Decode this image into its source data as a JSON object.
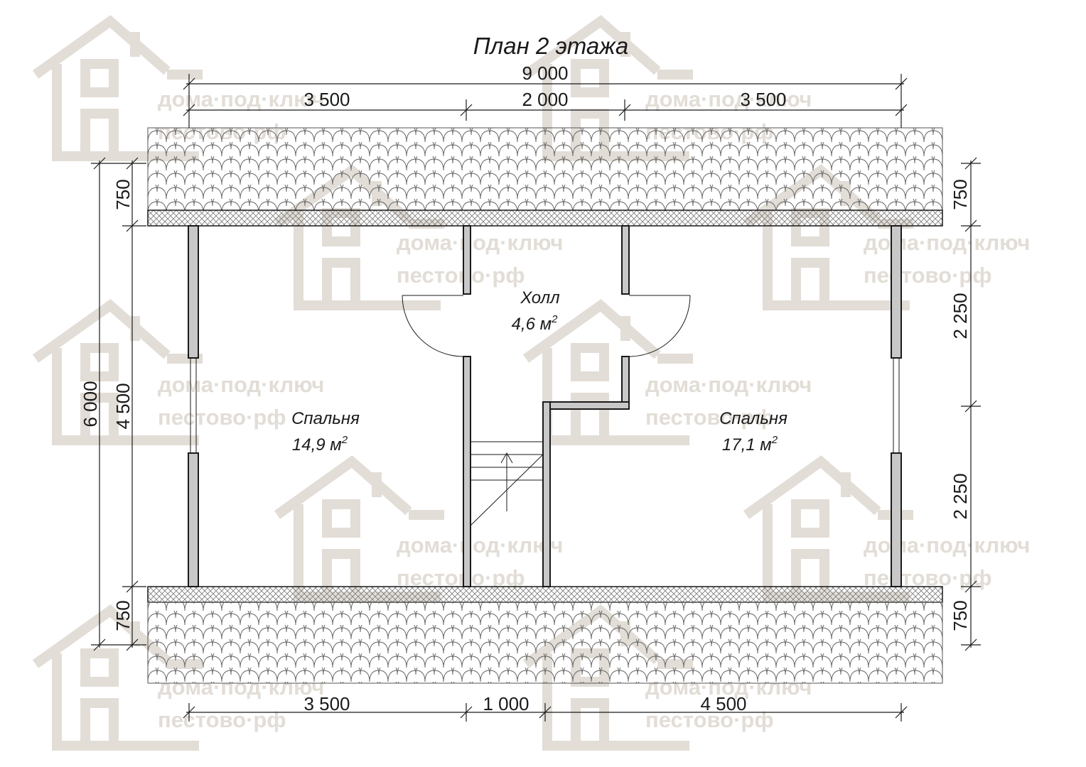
{
  "title": "План 2 этажа",
  "watermark": {
    "line1": "дома·под·ключ",
    "line2": "пестово·рф"
  },
  "dimensions": {
    "top_total": "9 000",
    "top_left": "3 500",
    "top_middle": "2 000",
    "top_right": "3 500",
    "bottom_left": "3 500",
    "bottom_middle": "1 000",
    "bottom_right": "4 500",
    "left_total": "6 000",
    "left_inner": "4 500",
    "left_top_overhang": "750",
    "left_bottom_overhang": "750",
    "right_top_overhang": "750",
    "right_upper": "2 250",
    "right_lower": "2 250",
    "right_bottom_overhang": "750"
  },
  "rooms": [
    {
      "name": "Холл",
      "area": "4,6 м",
      "unit_sup": "2"
    },
    {
      "name": "Спальня",
      "area": "14,9 м",
      "unit_sup": "2"
    },
    {
      "name": "Спальня",
      "area": "17,1 м",
      "unit_sup": "2"
    }
  ],
  "colors": {
    "watermark": "#e2ddd6",
    "line": "#1a1a1a",
    "wall_fill": "#c8c8c8",
    "roof_fill": "#ffffff"
  }
}
